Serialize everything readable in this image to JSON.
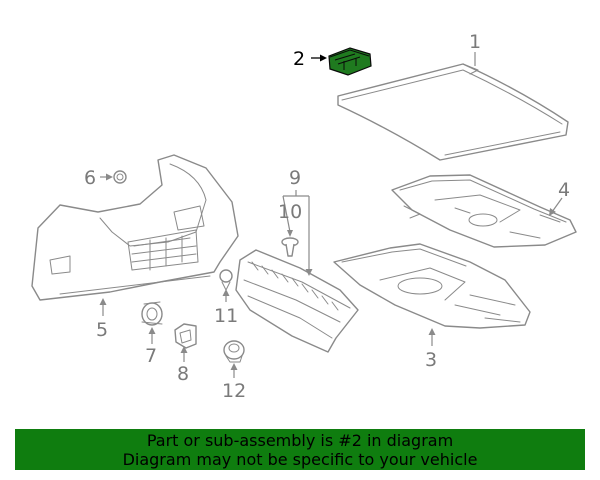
{
  "callouts": {
    "c1": "1",
    "c2": "2",
    "c3": "3",
    "c4": "4",
    "c5": "5",
    "c6": "6",
    "c7": "7",
    "c8": "8",
    "c9": "9",
    "c10": "10",
    "c11": "11",
    "c12": "12"
  },
  "highlight": {
    "part": "2",
    "color": "#1f7a1f"
  },
  "banner": {
    "line1": "Part or sub-assembly is #2 in diagram",
    "line2": "Diagram may not be specific to your vehicle",
    "background": "#0f7d0f"
  }
}
